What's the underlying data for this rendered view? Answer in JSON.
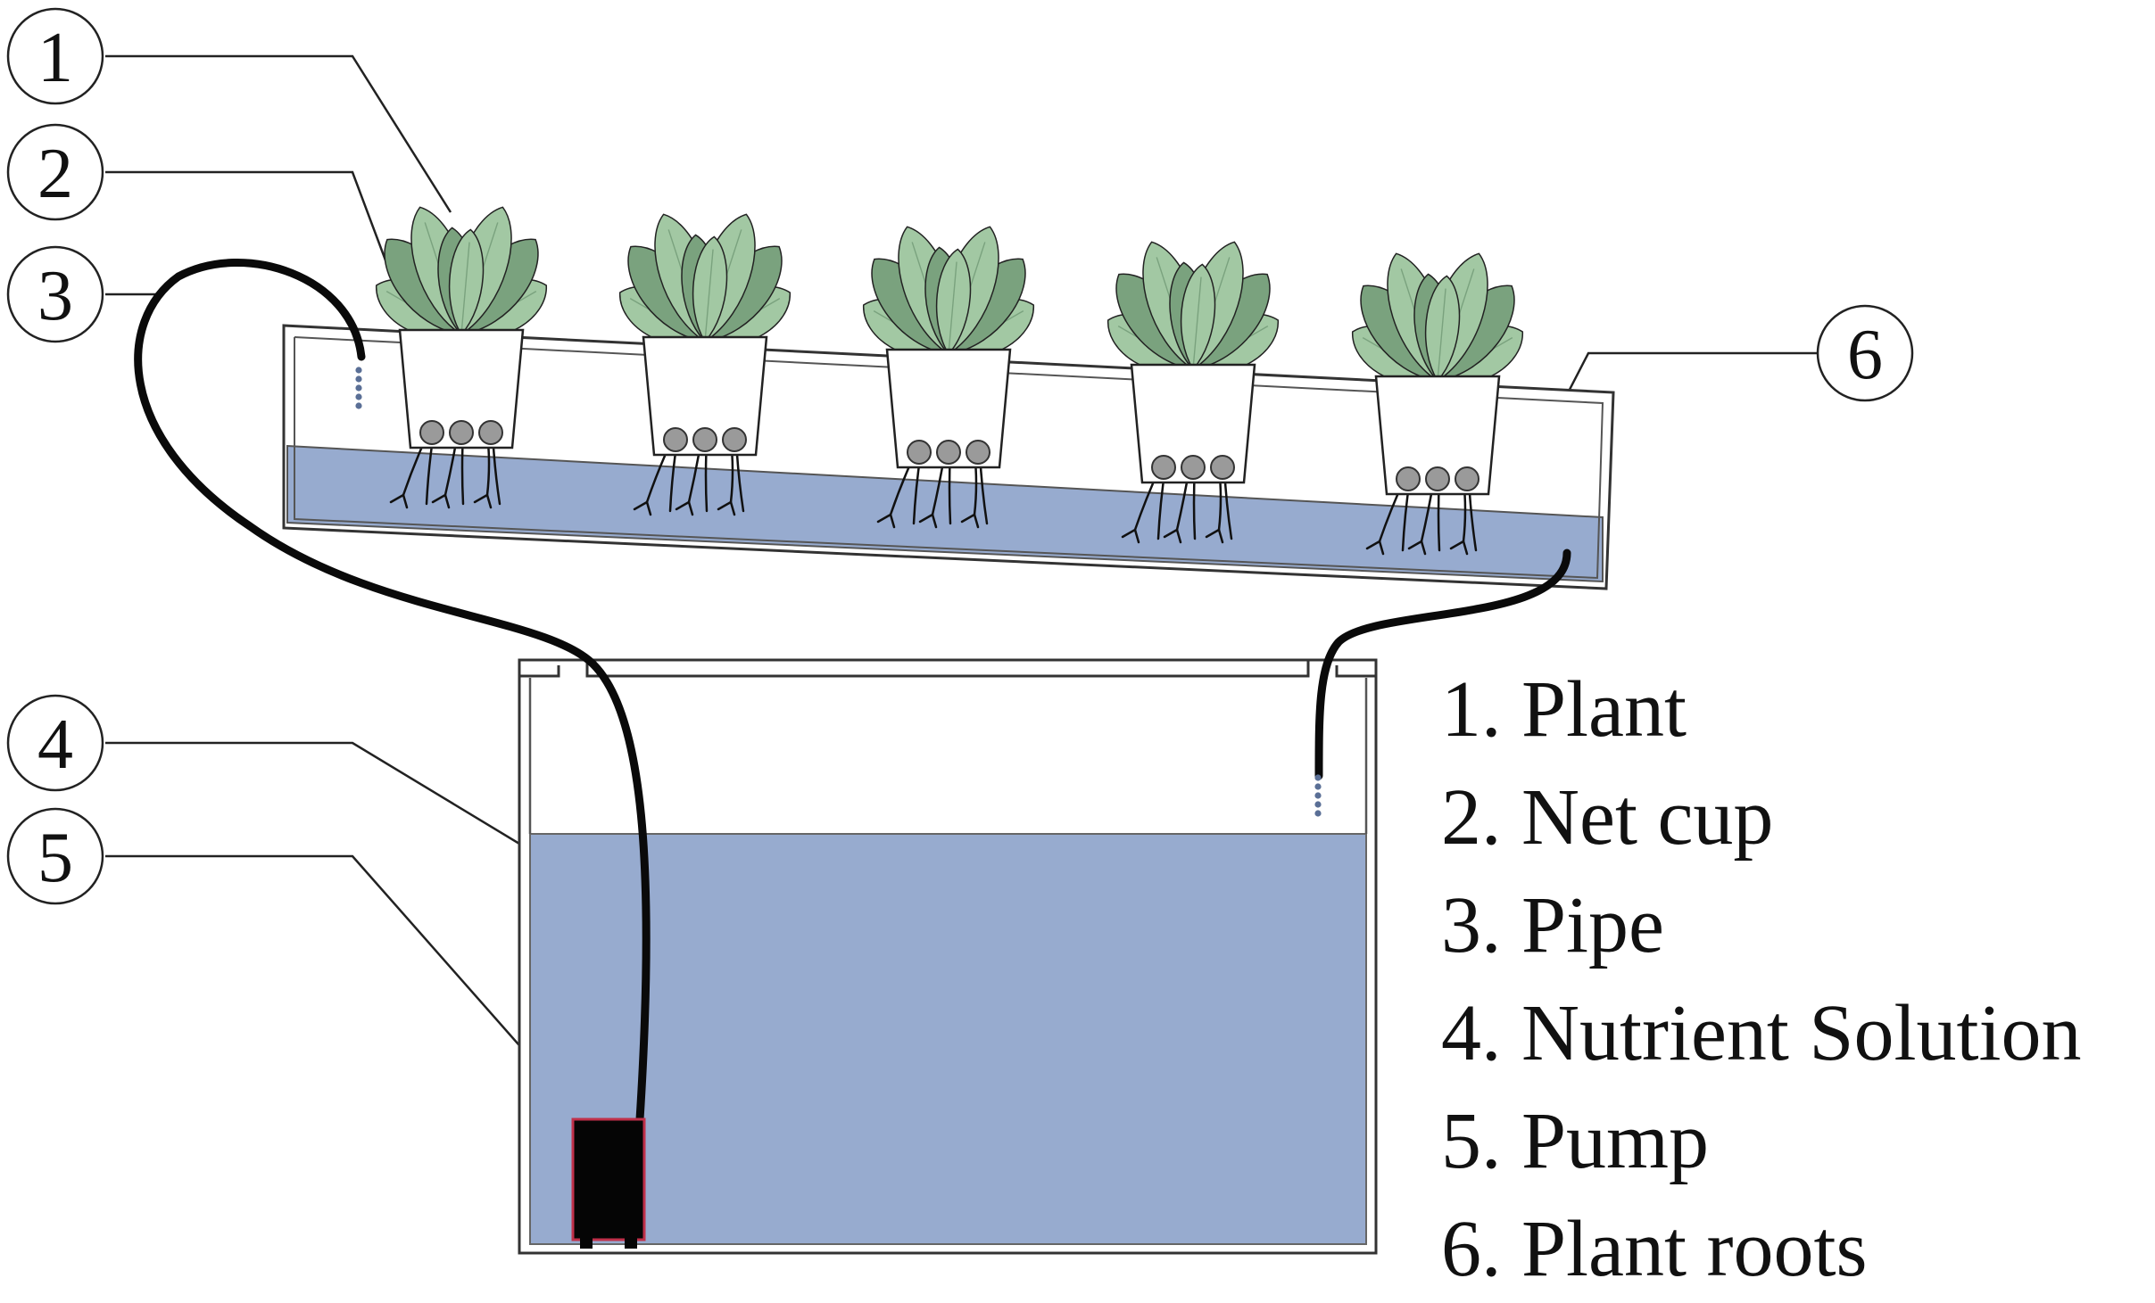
{
  "callouts": [
    {
      "number": "1",
      "target": "Plant"
    },
    {
      "number": "2",
      "target": "Net cup"
    },
    {
      "number": "3",
      "target": "Pipe"
    },
    {
      "number": "4",
      "target": "Nutrient Solution"
    },
    {
      "number": "5",
      "target": "Pump"
    },
    {
      "number": "6",
      "target": "Plant roots"
    }
  ],
  "legend": {
    "items": [
      "1. Plant",
      "2. Net cup",
      "3. Pipe",
      "4. Nutrient Solution",
      "5. Pump",
      "6. Plant roots"
    ]
  },
  "colors": {
    "solution": "#97abcf",
    "leaf_light": "#a2c8a3",
    "leaf_dark": "#7aa27e",
    "outline": "#222222",
    "pipe": "#0a0a0a",
    "pump": "#050505",
    "pump_border": "#c0304a",
    "stone": "#9a9a9a",
    "drip": "#5a6f96"
  }
}
